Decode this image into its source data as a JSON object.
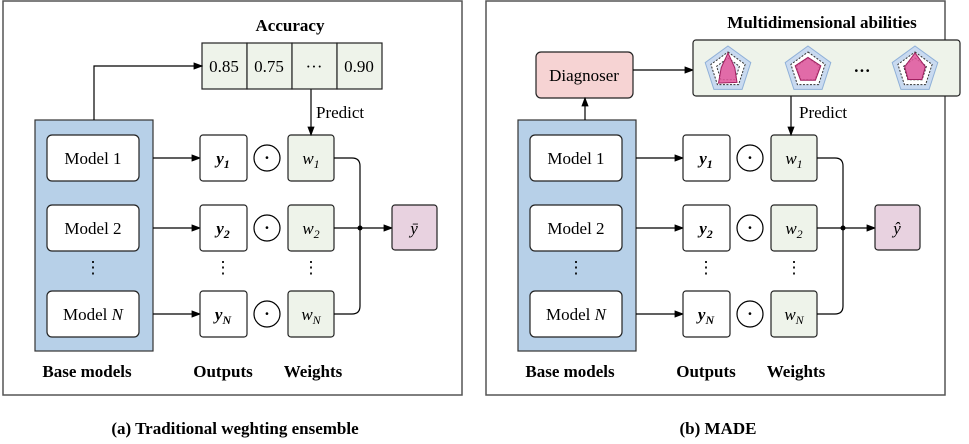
{
  "panel_a": {
    "title": "Accuracy",
    "accuracy": [
      "0.85",
      "0.75",
      "···",
      "0.90"
    ],
    "predict": "Predict",
    "models": [
      "Model 1",
      "Model 2",
      "Model "
    ],
    "model_n": "N",
    "vdots": "⋮",
    "outputs": [
      {
        "v": "y",
        "s": "1"
      },
      {
        "v": "y",
        "s": "2"
      },
      {
        "v": "y",
        "s": "N"
      }
    ],
    "weights": [
      {
        "v": "w",
        "s": "1"
      },
      {
        "v": "w",
        "s": "2"
      },
      {
        "v": "w",
        "s": "N"
      }
    ],
    "odot": "·",
    "result": "ȳ",
    "labels": {
      "base": "Base models",
      "outputs": "Outputs",
      "weights": "Weights"
    },
    "caption": "(a) Traditional weghting ensemble"
  },
  "panel_b": {
    "title": "Multidimensional abilities",
    "diagnoser": "Diagnoser",
    "ellipsis": "···",
    "predict": "Predict",
    "models": [
      "Model 1",
      "Model 2",
      "Model "
    ],
    "model_n": "N",
    "vdots": "⋮",
    "outputs": [
      {
        "v": "y",
        "s": "1"
      },
      {
        "v": "y",
        "s": "2"
      },
      {
        "v": "y",
        "s": "N"
      }
    ],
    "weights": [
      {
        "v": "w",
        "s": "1"
      },
      {
        "v": "w",
        "s": "2"
      },
      {
        "v": "w",
        "s": "N"
      }
    ],
    "odot": "·",
    "result": "ŷ",
    "labels": {
      "base": "Base models",
      "outputs": "Outputs",
      "weights": "Weights"
    },
    "caption": "(b) MADE"
  },
  "colors": {
    "base": "#b7d0e8",
    "weights": "#eef3ea",
    "result": "#e8d2e0",
    "diagnoser": "#f6d3d3",
    "radar_fill": "#e0559a"
  }
}
